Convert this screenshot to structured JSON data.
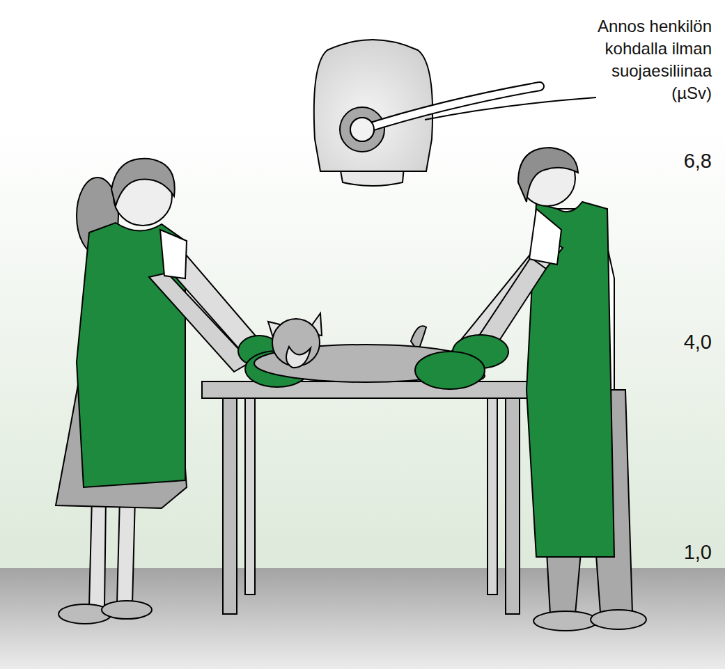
{
  "diagram": {
    "labels": [
      "Annos henkilön kohdalla ilman suojaesiliinaa (µSv)",
      "6,8",
      "4,0",
      "1,0"
    ]
  }
}
